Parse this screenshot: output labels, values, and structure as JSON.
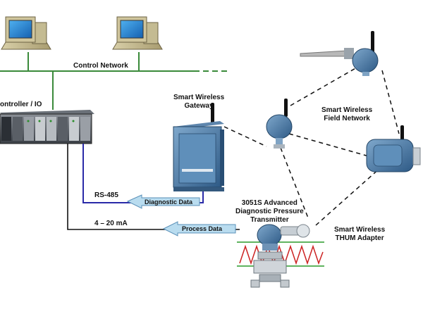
{
  "labels": {
    "control_network": "Control Network",
    "controller_io": "ontroller / IO",
    "gateway_line1": "Smart Wireless",
    "gateway_line2": "Gateway",
    "field_network_line1": "Smart Wireless",
    "field_network_line2": "Field Network",
    "transmitter_line1": "3051S Advanced",
    "transmitter_line2": "Diagnostic Pressure",
    "transmitter_line3": "Transmitter",
    "thum_line1": "Smart Wireless",
    "thum_line2": "THUM Adapter",
    "rs485": "RS-485",
    "current_loop": "4 – 20 mA",
    "diagnostic_data": "Diagnostic Data",
    "process_data": "Process Data"
  },
  "colors": {
    "network_line": "#3a8a3a",
    "rs485_line": "#2a2aa8",
    "loop_line": "#111111",
    "arrow_fill": "#b9dcef",
    "arrow_stroke": "#5a90b8",
    "device_blue": "#3f6f9c",
    "wave_red": "#cc2222",
    "wave_green": "#2a9a2a"
  },
  "icons": {
    "workstation": "computer-monitor-icon",
    "controller": "plc-rack-icon",
    "gateway": "wireless-gateway-icon",
    "transmitter": "pressure-transmitter-icon",
    "thum": "thum-adapter-icon"
  }
}
